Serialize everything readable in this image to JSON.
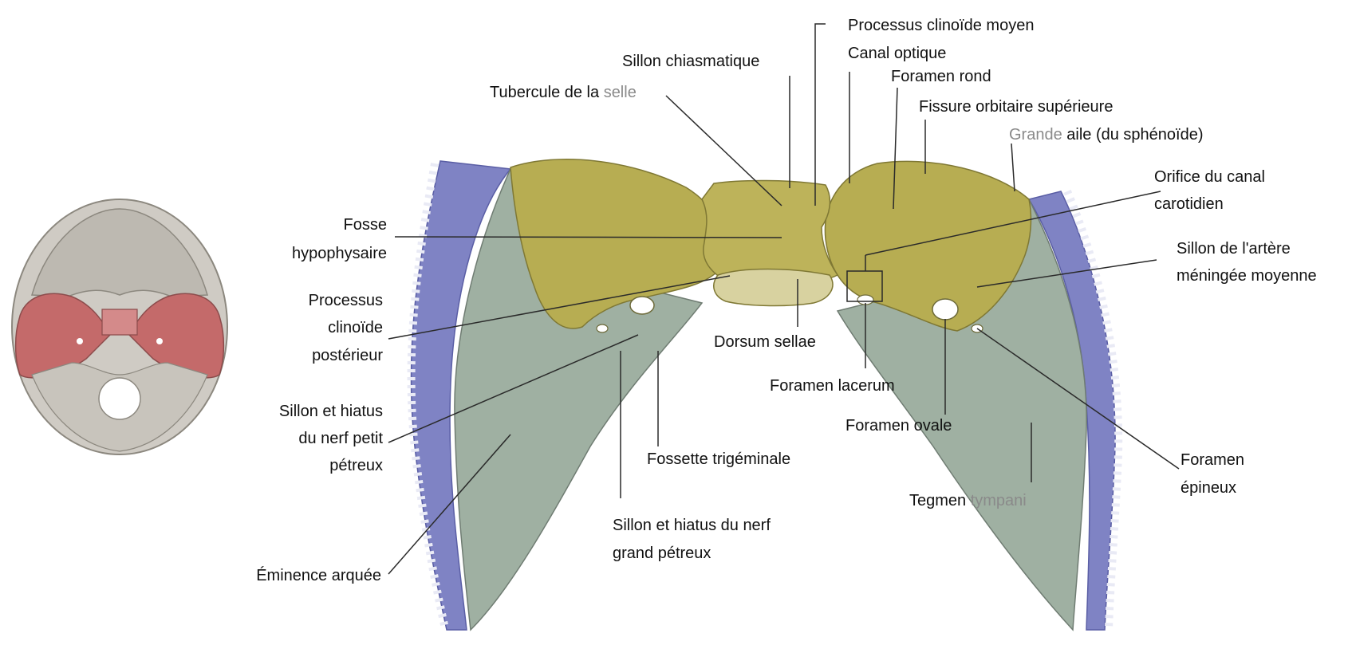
{
  "colors": {
    "sphenoid": "#b7ad52",
    "petrous": "#9fb0a2",
    "dura_edge": "#7f83c4",
    "dura_pattern": "#e9eaf5",
    "skull_grey": "#bdb9b2",
    "skull_highlight": "#c66f6f",
    "label_text": "#111111",
    "label_grey_text": "#8a8a8a"
  },
  "labels": {
    "processus_clinoide_moyen": "Processus clinoïde moyen",
    "canal_optique": "Canal optique",
    "sillon_chiasmatique": "Sillon chiasmatique",
    "foramen_rond": "Foramen rond",
    "tubercule_de_la": "Tubercule de la ",
    "tubercule_selle": "selle",
    "fissure_orbitaire_superieure": "Fissure orbitaire supérieure",
    "grande_prefix": "Grande",
    "grande_suffix": " aile (du sphénoïde)",
    "orifice_line1": "Orifice du canal",
    "orifice_line2": "carotidien",
    "fosse_line1": "Fosse",
    "fosse_line2": "hypophysaire",
    "sillon_artere_line1": "Sillon de l'artère",
    "sillon_artere_line2": "méningée moyenne",
    "processus_line1": "Processus",
    "processus_line2": "clinoïde",
    "processus_line3": "postérieur",
    "dorsum_sellae": "Dorsum sellae",
    "foramen_lacerum": "Foramen lacerum",
    "foramen_ovale": "Foramen ovale",
    "sillon_petit_line1": "Sillon et hiatus",
    "sillon_petit_line2": "du nerf petit",
    "sillon_petit_line3": "pétreux",
    "fossette_trigeminale": "Fossette trigéminale",
    "foramen_epineux_line1": "Foramen",
    "foramen_epineux_line2": "épineux",
    "tegmen_prefix": "Tegmen ",
    "tegmen_suffix": "tympani",
    "sillon_grand_line1": "Sillon et hiatus du nerf",
    "sillon_grand_line2": "grand pétreux",
    "eminence_arquee": "Éminence arquée"
  }
}
